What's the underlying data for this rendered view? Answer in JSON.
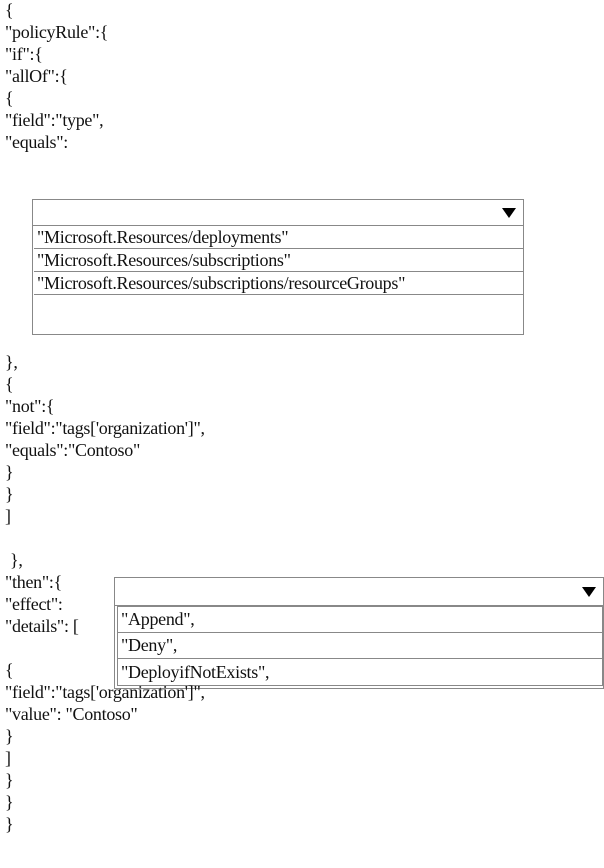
{
  "code": {
    "l1": "{",
    "l2": "\"policyRule\":{",
    "l3": "\"if\":{",
    "l4": "\"allOf\":{",
    "l5": "{",
    "l6": "\"field\":\"type\",",
    "l7": "\"equals\":",
    "l8": "},",
    "l9": "{",
    "l10": "\"not\":{",
    "l11": "\"field\":\"tags['organization']\",",
    "l12": "\"equals\":\"Contoso\"",
    "l13": "}",
    "l14": "}",
    "l15": "]",
    "l16": "},",
    "l17": "\"then\":{",
    "l18": "\"effect\":",
    "l19": "\"details\": [",
    "l20": "{",
    "l21": "\"field\":\"tags['organization']\",",
    "l22": "\"value\": \"Contoso\"",
    "l23": "}",
    "l24": "]",
    "l25": "}",
    "l26": "}",
    "l27": "}"
  },
  "dropdown1": {
    "selected": "",
    "options": [
      "\"Microsoft.Resources/deployments\"",
      "\"Microsoft.Resources/subscriptions\"",
      "\"Microsoft.Resources/subscriptions/resourceGroups\"",
      ""
    ]
  },
  "dropdown2": {
    "selected": "",
    "options": [
      "\"Append\",",
      "\"Deny\",",
      "\"DeployifNotExists\","
    ]
  }
}
